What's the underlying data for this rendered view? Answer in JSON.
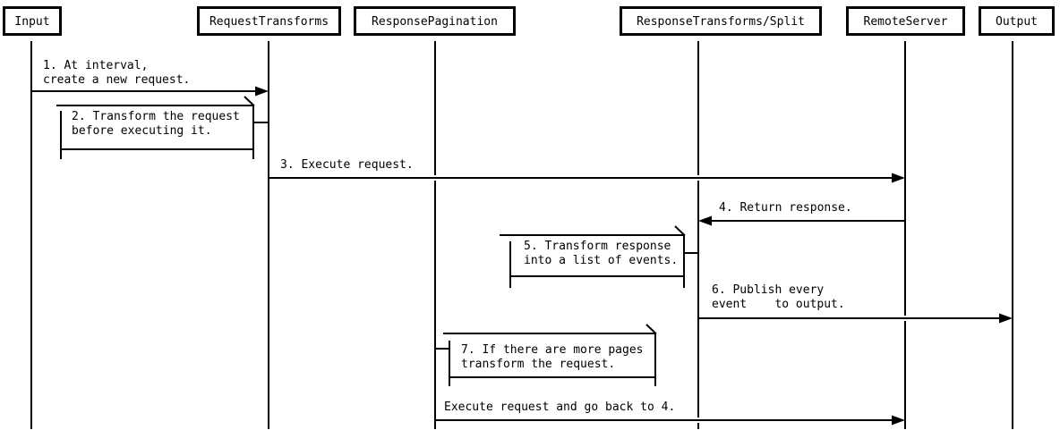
{
  "diagram": {
    "type": "sequence",
    "background_color": "#ffffff",
    "line_color": "#000000",
    "text_color": "#000000",
    "actors": [
      {
        "label": "Input"
      },
      {
        "label": "RequestTransforms"
      },
      {
        "label": "ResponsePagination"
      },
      {
        "label": "ResponseTransforms/Split"
      },
      {
        "label": "RemoteServer"
      },
      {
        "label": "Output"
      }
    ],
    "messages": [
      {
        "from": "Input",
        "to": "RequestTransforms",
        "kind": "arrow",
        "lines": [
          "1. At interval,",
          "create a new request."
        ]
      },
      {
        "from": "RequestTransforms",
        "to": "RequestTransforms",
        "kind": "self",
        "lines": [
          "2. Transform the request",
          "before executing it."
        ]
      },
      {
        "from": "RequestTransforms",
        "to": "RemoteServer",
        "kind": "arrow",
        "lines": [
          "3. Execute request."
        ]
      },
      {
        "from": "RemoteServer",
        "to": "ResponseTransforms/Split",
        "kind": "arrow",
        "lines": [
          "4. Return response."
        ]
      },
      {
        "from": "ResponseTransforms/Split",
        "to": "ResponseTransforms/Split",
        "kind": "self",
        "lines": [
          "5. Transform response",
          "into a list of events."
        ]
      },
      {
        "from": "ResponseTransforms/Split",
        "to": "Output",
        "kind": "arrow",
        "lines": [
          "6. Publish every",
          "event    to output."
        ]
      },
      {
        "from": "ResponsePagination",
        "to": "ResponsePagination",
        "kind": "self",
        "lines": [
          "7. If there are more pages",
          "transform the request."
        ]
      },
      {
        "from": "ResponsePagination",
        "to": "RemoteServer",
        "kind": "arrow",
        "lines": [
          "Execute request and go back to 4."
        ]
      }
    ]
  }
}
